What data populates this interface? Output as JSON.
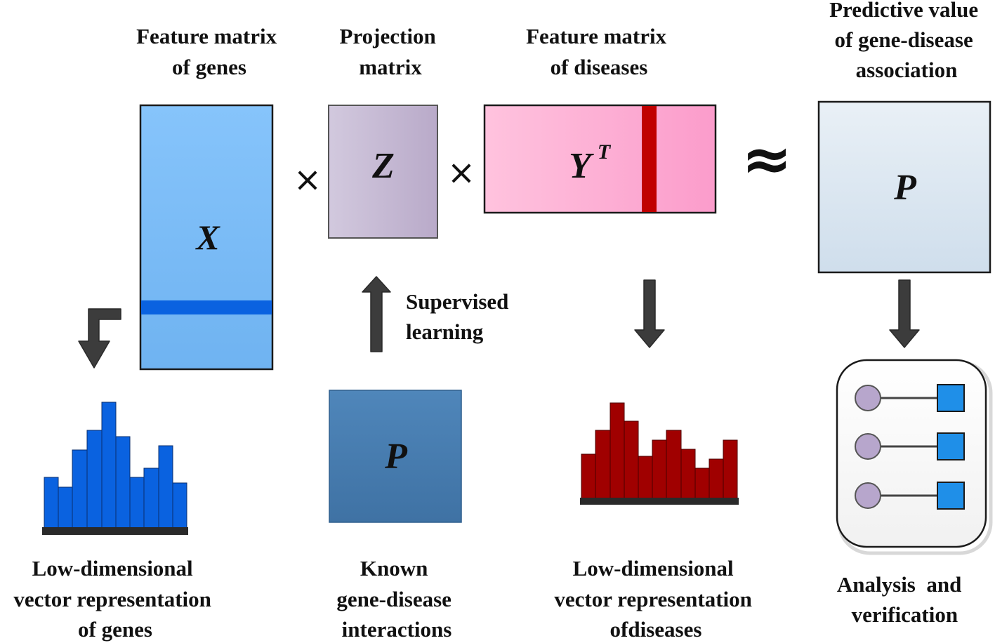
{
  "top_labels": {
    "gene_features": [
      "Feature matrix",
      "of genes"
    ],
    "projection": [
      "Projection",
      "matrix"
    ],
    "disease_features": [
      "Feature matrix",
      "of diseases"
    ],
    "predictive": [
      "Predictive value",
      "of gene-disease",
      "association"
    ]
  },
  "symbols": {
    "x": "X",
    "z": "Z",
    "y": "Y",
    "y_superscript": "T",
    "p_predicted": "P",
    "p_known": "P",
    "times_1": "×",
    "times_2": "×",
    "approx": "≈"
  },
  "supervised_label": [
    "Supervised",
    "learning"
  ],
  "bottom_labels": {
    "genes": [
      "Low-dimensional",
      "vector representation",
      "of genes"
    ],
    "known": [
      "Known",
      "gene-disease",
      "interactions"
    ],
    "diseases": [
      "Low-dimensional",
      "vector representation",
      "ofdiseases"
    ],
    "analysis": [
      "Analysis  and",
      "verification"
    ]
  },
  "colors": {
    "gene_matrix": "#7dbdf5",
    "gene_highlight": "#0a62e0",
    "projection_matrix": "#c4b8d4",
    "disease_matrix": "#fba6cf",
    "disease_highlight": "#c00000",
    "prediction_matrix": "#dde8f1",
    "known_matrix": "#4a7fb0",
    "gene_bars": "#0a62e0",
    "disease_bars": "#a00000",
    "arrow_fill": "#3c3c3c",
    "node_circle": "#b7a6cc",
    "node_square": "#1f8fe8"
  },
  "icons": {
    "gene_arrow": "elbow-down-arrow-icon",
    "supervised_arrow": "up-arrow-icon",
    "disease_arrow": "down-arrow-icon",
    "analysis_arrow": "down-arrow-icon"
  }
}
